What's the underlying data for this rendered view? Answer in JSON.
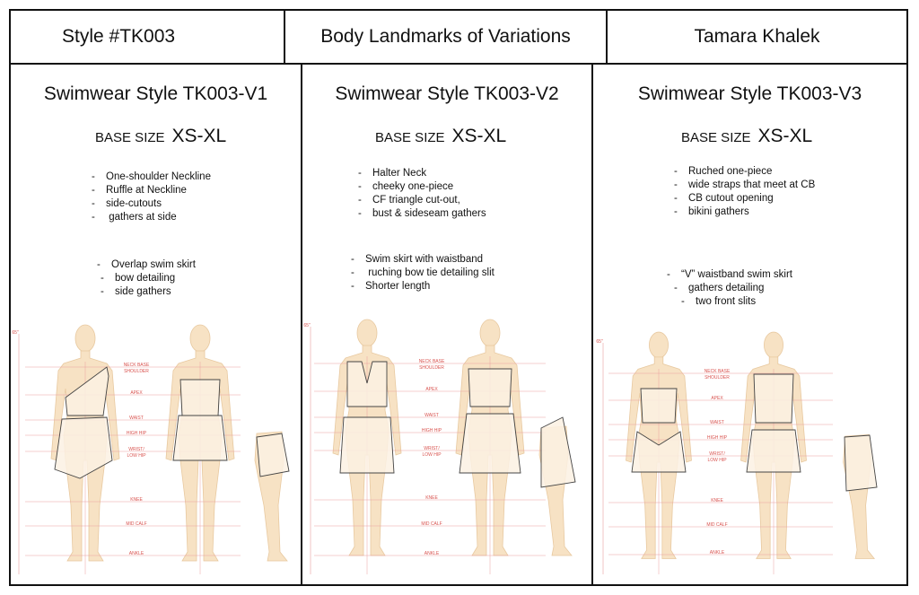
{
  "header": {
    "style_code": "Style #TK003",
    "sheet_title": "Body Landmarks of Variations",
    "designer": "Tamara Khalek"
  },
  "landmarks": {
    "neck_base": "NECK BASE",
    "shoulder": "SHOULDER",
    "apex": "APEX",
    "waist": "WAIST",
    "high_hip": "HIGH HIP",
    "wrist": "WRIST/",
    "low_hip": "LOW HIP",
    "knee": "KNEE",
    "mid_calf": "MID CALF",
    "ankle": "ANKLE",
    "height_mark": "65\""
  },
  "colors": {
    "skin": "#f7e2c4",
    "skin_line": "#e8c9a0",
    "landmark_line": "#e9a0a0",
    "landmark_text": "#d9534f",
    "garment_fill": "#fbf1e3",
    "garment_line": "#444444"
  },
  "variations": [
    {
      "title": "Swimwear Style TK003-V1",
      "base_label": "BASE SIZE",
      "base_size": "XS-XL",
      "top_features": [
        "One-shoulder Neckline",
        "Ruffle at Neckline",
        "side-cutouts",
        " gathers at side"
      ],
      "skirt_features": [
        "Overlap swim skirt",
        "bow detailing",
        "side gathers"
      ]
    },
    {
      "title": "Swimwear Style TK003-V2",
      "base_label": "BASE SIZE",
      "base_size": "XS-XL",
      "top_features": [
        "Halter Neck",
        "cheeky one-piece",
        "CF triangle cut-out,",
        "bust & sideseam gathers"
      ],
      "skirt_features": [
        "Swim skirt with waistband",
        " ruching bow tie detailing slit",
        "Shorter length"
      ]
    },
    {
      "title": "Swimwear Style TK003-V3",
      "base_label": "BASE SIZE",
      "base_size": "XS-XL",
      "top_features": [
        "Ruched one-piece",
        "wide straps that meet at CB",
        "CB cutout opening",
        "bikini gathers"
      ],
      "skirt_features": [
        "“V” waistband swim skirt",
        "gathers detailing",
        "two front slits"
      ]
    }
  ]
}
